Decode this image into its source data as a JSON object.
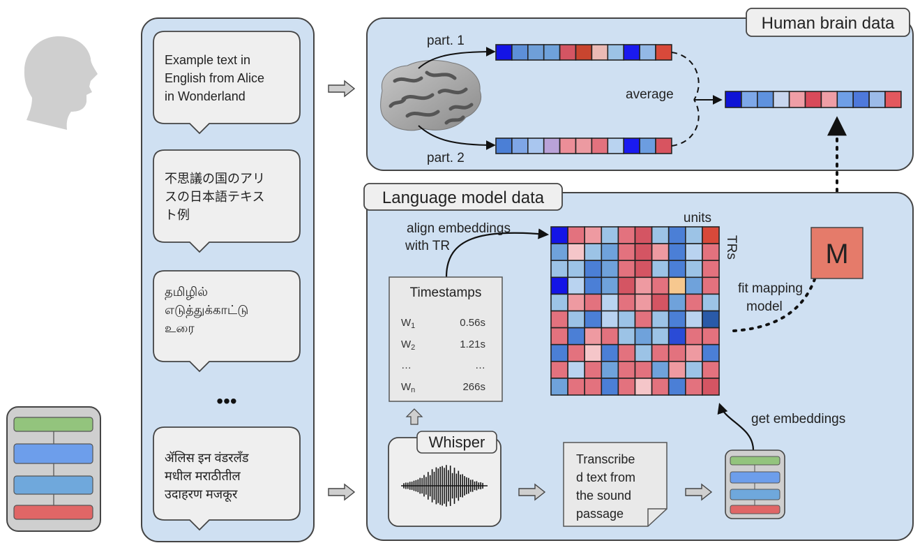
{
  "human_panel": {
    "title": "Human brain data"
  },
  "lm_panel": {
    "title": "Language model data"
  },
  "brain": {
    "part1": "part. 1",
    "part2": "part. 2",
    "average": "average",
    "part1_colors": [
      "#1414e6",
      "#5d8fd8",
      "#6f9fd8",
      "#6fa2db",
      "#d45563",
      "#c8452f",
      "#ebbab5",
      "#9cc3e6",
      "#1a1aef",
      "#93b8e6",
      "#d8493a"
    ],
    "part2_colors": [
      "#4b7fd6",
      "#7fa6e6",
      "#a9c6ef",
      "#b9a2d8",
      "#ec8e98",
      "#ec9aa1",
      "#e3727e",
      "#b9d3f0",
      "#1a1af0",
      "#6c9de0",
      "#d85460"
    ],
    "avg_colors": [
      "#0f14d6",
      "#7ea8e8",
      "#5f92de",
      "#c8d6ee",
      "#ef9ea6",
      "#d84a5a",
      "#ef9ea6",
      "#6f9fe6",
      "#4e79db",
      "#9cbbe8",
      "#e3585e"
    ]
  },
  "stimuli": {
    "english": "Example text in English from Alice in Wonderland",
    "english_lines": [
      "Example  text  in",
      "English from Alice",
      "in Wonderland"
    ],
    "japanese_lines": [
      "不思議の国のアリ",
      "スの日本語テキス",
      "ト例"
    ],
    "tamil_lines": [
      "தமிழில்",
      "எடுத்துக்காட்டு",
      "உரை"
    ],
    "ellipsis": "•••",
    "marathi_lines": [
      "ॲलिस  इन  वंडरलँड",
      "मधील     मराठीतील",
      "उदाहरण मजकूर"
    ]
  },
  "timestamps": {
    "title": "Timestamps",
    "rows": [
      {
        "word": "W",
        "sub": "1",
        "time": "0.56s"
      },
      {
        "word": "W",
        "sub": "2",
        "time": "1.21s"
      },
      {
        "word": "…",
        "sub": "",
        "time": "…"
      },
      {
        "word": "W",
        "sub": "n",
        "time": "266s"
      }
    ]
  },
  "labels": {
    "align_line1": "align embeddings",
    "align_line2": "with TR",
    "units": "units",
    "trs": "TRs",
    "fit_line1": "fit mapping",
    "fit_line2": "model",
    "get_embeddings": "get embeddings",
    "whisper": "Whisper",
    "transcribed_lines": [
      "Transcribe",
      "d text from",
      "the sound",
      "passage"
    ],
    "mapping_model": "M"
  },
  "colors": {
    "panel_fill": "#cfe0f2",
    "bubble_fill": "#efefef",
    "model_red": "#e57b6a",
    "encoder_green": "#93c47d",
    "encoder_blue": "#6d9eeb",
    "encoder_blue2": "#6fa8dc",
    "encoder_red": "#e06666"
  },
  "heatmap": {
    "rows": [
      [
        "#1414e6",
        "#e3727e",
        "#ee9aa1",
        "#9cc3e6",
        "#e3727e",
        "#d45563",
        "#9cc3e6",
        "#4b7fd6",
        "#9cc3e6",
        "#d8493a"
      ],
      [
        "#6fa2db",
        "#f5c6c9",
        "#9cc3e6",
        "#6fa2db",
        "#e3727e",
        "#d45563",
        "#ee9aa1",
        "#4b7fd6",
        "#b9d3f0",
        "#e3727e"
      ],
      [
        "#9cc3e6",
        "#9cc3e6",
        "#4b7fd6",
        "#6fa2db",
        "#e3727e",
        "#d45563",
        "#9cc3e6",
        "#4b7fd6",
        "#9cc3e6",
        "#e3727e"
      ],
      [
        "#1414e6",
        "#b9d3f0",
        "#4b7fd6",
        "#6fa2db",
        "#d45563",
        "#ee9aa1",
        "#e3727e",
        "#f6c88f",
        "#6fa2db",
        "#e3727e"
      ],
      [
        "#9cc3e6",
        "#ee9aa1",
        "#e3727e",
        "#b9d3f0",
        "#e3727e",
        "#ee9aa1",
        "#d45563",
        "#6fa2db",
        "#e3727e",
        "#9cc3e6"
      ],
      [
        "#e3727e",
        "#9cc3e6",
        "#4b7fd6",
        "#b9d3f0",
        "#9cc3e6",
        "#e3727e",
        "#9cc3e6",
        "#4b7fd6",
        "#b9d3f0",
        "#2a5aa8"
      ],
      [
        "#e3727e",
        "#4b7fd6",
        "#ee9aa1",
        "#e3727e",
        "#9cc3e6",
        "#6fa2db",
        "#9cc3e6",
        "#2a4bd6",
        "#e3727e",
        "#e3727e"
      ],
      [
        "#4b7fd6",
        "#e3727e",
        "#f5c6c9",
        "#4b7fd6",
        "#e3727e",
        "#9cc3e6",
        "#e3727e",
        "#e3727e",
        "#ee9aa1",
        "#4b7fd6"
      ],
      [
        "#e3727e",
        "#b9d3f0",
        "#e3727e",
        "#6fa2db",
        "#e3727e",
        "#e3727e",
        "#6fa2db",
        "#ee9aa1",
        "#9cc3e6",
        "#e3727e"
      ],
      [
        "#6fa2db",
        "#e3727e",
        "#e3727e",
        "#4b7fd6",
        "#e3727e",
        "#f5c6c9",
        "#e3727e",
        "#4b7fd6",
        "#e3727e",
        "#d45563"
      ]
    ]
  }
}
